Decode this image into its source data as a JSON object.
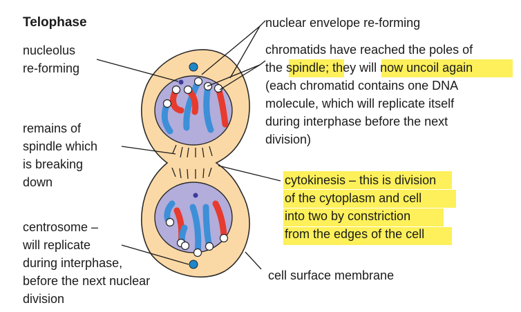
{
  "title": "Telophase",
  "labels": {
    "nucleolus": [
      "nucleolus",
      "re-forming"
    ],
    "spindle": [
      "remains of",
      "spindle which",
      "is breaking",
      "down"
    ],
    "centrosome": [
      "centrosome –",
      "will replicate",
      "during interphase,",
      "before the next nuclear",
      "division"
    ],
    "envelope": [
      "nuclear envelope re-forming"
    ],
    "chromatids": [
      "chromatids have reached the poles of",
      "the spindle; they will now uncoil again",
      "(each chromatid contains one DNA",
      "molecule, which will replicate itself",
      "during interphase before the next",
      "division)"
    ],
    "cytokinesis": [
      "cytokinesis – this is division",
      "of the cytoplasm and cell",
      "into two by constriction",
      "from the edges of the cell"
    ],
    "membrane": [
      "cell surface membrane"
    ]
  },
  "colors": {
    "cytoplasm": "#fbd9a6",
    "nucleus": "#b2addb",
    "chromatid_red": "#e63b2e",
    "chromatid_blue": "#3d8fd8",
    "centrosome": "#1f86c8",
    "nucleolus": "#3d3a99",
    "highlight": "#fdf05a"
  }
}
